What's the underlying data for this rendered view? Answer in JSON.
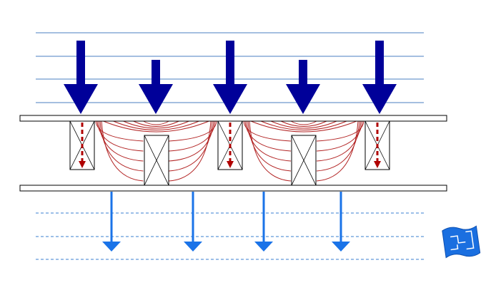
{
  "diagram": {
    "colors": {
      "background": "#ffffff",
      "upper_lines": "#4a7fc0",
      "lower_lines": "#3a7fd0",
      "large_arrows": "#000099",
      "small_arrows": "#1a73e8",
      "stress_arcs": "#b22222",
      "dashed_arrows": "#b00000",
      "plates_stroke": "#000000",
      "blocks_stroke": "#000000",
      "logo_fill": "#1a6fe0",
      "logo_stroke": "#ffffff"
    },
    "icons": {
      "large_arrow": "down-arrow-icon",
      "small_arrow": "down-arrow-icon",
      "dashed_arrow": "dashed-down-arrow-icon",
      "block": "crossed-box-icon",
      "logo": "map-logo-icon"
    },
    "large_arrows": [
      {
        "id": "a1",
        "size": "long"
      },
      {
        "id": "a2",
        "size": "short"
      },
      {
        "id": "a3",
        "size": "long"
      },
      {
        "id": "a4",
        "size": "short"
      },
      {
        "id": "a5",
        "size": "long"
      }
    ],
    "blocks": [
      {
        "id": "b1",
        "row": "upper",
        "dashed_arrow": true
      },
      {
        "id": "b2",
        "row": "lower",
        "dashed_arrow": false
      },
      {
        "id": "b3",
        "row": "upper",
        "dashed_arrow": true
      },
      {
        "id": "b4",
        "row": "lower",
        "dashed_arrow": false
      },
      {
        "id": "b5",
        "row": "upper",
        "dashed_arrow": true
      }
    ],
    "small_arrows": [
      {
        "id": "s1"
      },
      {
        "id": "s2"
      },
      {
        "id": "s3"
      },
      {
        "id": "s4"
      }
    ],
    "upper_lines": [
      {
        "style": "solid"
      },
      {
        "style": "solid"
      },
      {
        "style": "solid"
      },
      {
        "style": "solid"
      }
    ],
    "lower_lines": [
      {
        "style": "dashed"
      },
      {
        "style": "dashed"
      },
      {
        "style": "dashed"
      }
    ],
    "stress_arcs_per_span": 5
  }
}
